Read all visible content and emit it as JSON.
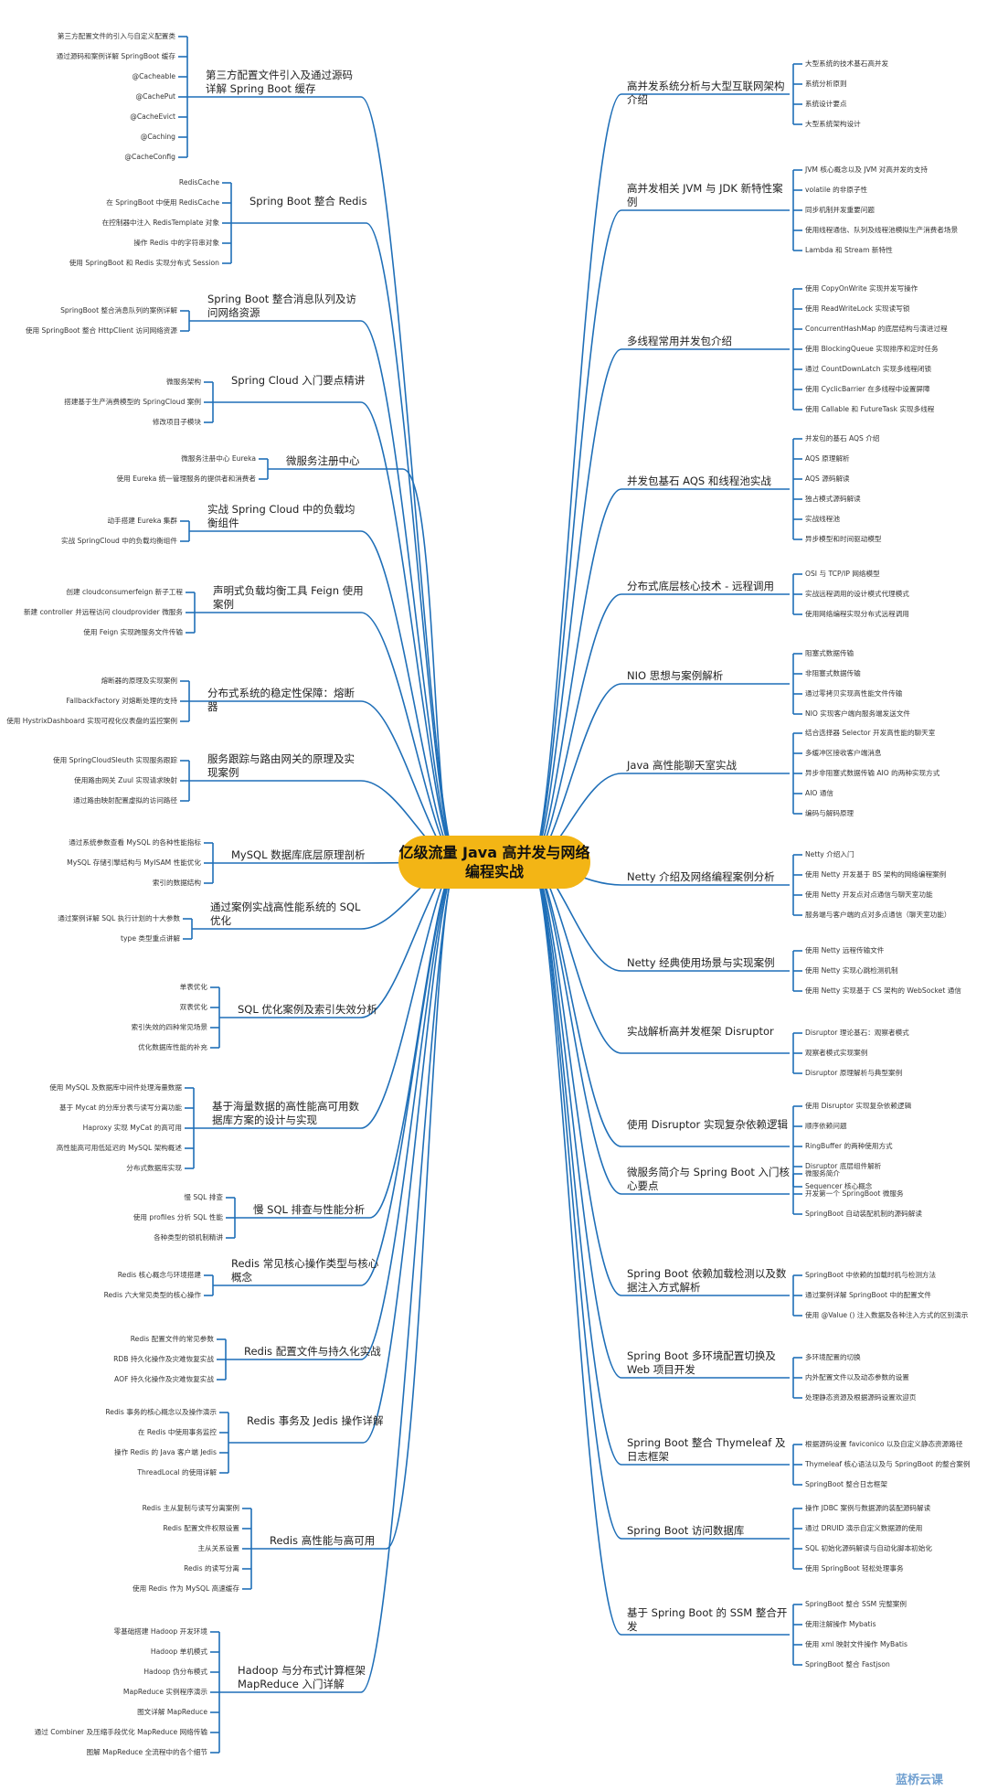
{
  "center_title": "亿级流量 Java 高并发与网络编程实战",
  "watermark": "蓝桥云课",
  "colors": {
    "line": "#1f6fb8",
    "center": "#f3b515"
  },
  "left": [
    {
      "title": "第三方配置文件引入及通过源码详解 Spring Boot 缓存",
      "items": [
        "第三方配置文件的引入与自定义配置类",
        "通过源码和案例详解 SpringBoot 缓存",
        "@Cacheable",
        "@CachePut",
        "@CacheEvict",
        "@Caching",
        "@CacheConfig"
      ]
    },
    {
      "title": "Spring Boot 整合 Redis",
      "items": [
        "RedisCache",
        "在 SpringBoot 中使用 RedisCache",
        "在控制器中注入 RedisTemplate 对象",
        "操作 Redis 中的字符串对象",
        "使用 SpringBoot 和 Redis 实现分布式 Session"
      ]
    },
    {
      "title": "Spring Boot 整合消息队列及访问网络资源",
      "items": [
        "SpringBoot 整合消息队列的案例详解",
        "使用 SpringBoot 整合 HttpClient 访问网络资源"
      ]
    },
    {
      "title": "Spring Cloud 入门要点精讲",
      "items": [
        "微服务架构",
        "搭建基于生产消费模型的 SpringCloud 案例",
        "修改项目子模块"
      ]
    },
    {
      "title": "微服务注册中心",
      "items": [
        "微服务注册中心 Eureka",
        "使用 Eureka 统一管理服务的提供者和消费者"
      ]
    },
    {
      "title": "实战 Spring Cloud 中的负载均衡组件",
      "items": [
        "动手搭建 Eureka 集群",
        "实战 SpringCloud 中的负载均衡组件"
      ]
    },
    {
      "title": "声明式负载均衡工具 Feign 使用案例",
      "items": [
        "创建 cloudconsumerfeign 新子工程",
        "新建 controller 并远程访问 cloudprovider 微服务",
        "使用 Feign 实现跨服务文件传输"
      ]
    },
    {
      "title": "分布式系统的稳定性保障：熔断器",
      "items": [
        "熔断器的原理及实现案例",
        "FallbackFactory 对熔断处理的支持",
        "使用 HystrixDashboard 实现可视化仪表盘的监控案例"
      ]
    },
    {
      "title": "服务跟踪与路由网关的原理及实现案例",
      "items": [
        "使用 SpringCloudSleuth 实现服务跟踪",
        "使用路由网关 Zuul 实现请求映射",
        "通过路由映射配置虚拟的访问路径"
      ]
    },
    {
      "title": "MySQL 数据库底层原理剖析",
      "items": [
        "通过系统参数查看 MySQL 的各种性能指标",
        "MySQL 存储引擎结构与 MyISAM 性能优化",
        "索引的数据结构"
      ]
    },
    {
      "title": "通过案例实战高性能系统的 SQL 优化",
      "items": [
        "通过案例详解 SQL 执行计划的十大参数",
        "type 类型重点讲解"
      ]
    },
    {
      "title": "SQL 优化案例及索引失效分析",
      "items": [
        "单表优化",
        "双表优化",
        "索引失效的四种常见场景",
        "优化数据库性能的补充"
      ]
    },
    {
      "title": "基于海量数据的高性能高可用数据库方案的设计与实现",
      "items": [
        "使用 MySQL 及数据库中间件处理海量数据",
        "基于 Mycat 的分库分表与读写分离功能",
        "Haproxy 实现 MyCat 的高可用",
        "高性能高可用低延迟的 MySQL 架构概述",
        "分布式数据库实现"
      ]
    },
    {
      "title": "慢 SQL 排查与性能分析",
      "items": [
        "慢 SQL 排查",
        "使用 profiles 分析 SQL 性能",
        "各种类型的锁机制精讲"
      ]
    },
    {
      "title": "Redis 常见核心操作类型与核心概念",
      "items": [
        "Redis 核心概念与环境搭建",
        "Redis 六大常见类型的核心操作"
      ]
    },
    {
      "title": "Redis 配置文件与持久化实战",
      "items": [
        "Redis 配置文件的常见参数",
        "RDB 持久化操作及灾难恢复实战",
        "AOF 持久化操作及灾难恢复实战"
      ]
    },
    {
      "title": "Redis 事务及 Jedis 操作详解",
      "items": [
        "Redis 事务的核心概念以及操作演示",
        "在 Redis 中使用事务监控",
        "操作 Redis 的 Java 客户端 Jedis",
        "ThreadLocal 的使用详解"
      ]
    },
    {
      "title": "Redis 高性能与高可用",
      "items": [
        "Redis 主从复制与读写分离案例",
        "Redis 配置文件权限设置",
        "主从关系设置",
        "Redis 的读写分离",
        "使用 Redis 作为 MySQL 高速缓存"
      ]
    },
    {
      "title": "Hadoop 与分布式计算框架 MapReduce 入门详解",
      "items": [
        "零基础搭建 Hadoop 开发环境",
        "Hadoop 单机模式",
        "Hadoop 伪分布模式",
        "MapReduce 实例程序演示",
        "图文详解 MapReduce",
        "通过 Combiner 及压缩手段优化 MapReduce 网络传输",
        "图解 MapReduce 全流程中的各个细节"
      ]
    }
  ],
  "right": [
    {
      "title": "高并发系统分析与大型互联网架构介绍",
      "items": [
        "大型系统的技术基石高并发",
        "系统分析原则",
        "系统设计要点",
        "大型系统架构设计"
      ]
    },
    {
      "title": "高并发相关 JVM 与 JDK 新特性案例",
      "items": [
        "JVM 核心概念以及 JVM 对高并发的支持",
        "volatile 的非原子性",
        "同步机制并发重要问题",
        "使用线程通信、队列及线程池模拟生产消费者场景",
        "Lambda 和 Stream 新特性"
      ]
    },
    {
      "title": "多线程常用并发包介绍",
      "items": [
        "使用 CopyOnWrite 实现并发写操作",
        "使用 ReadWriteLock 实现读写锁",
        "ConcurrentHashMap 的底层结构与演进过程",
        "使用 BlockingQueue 实现排序和定时任务",
        "通过 CountDownLatch 实现多线程闭锁",
        "使用 CyclicBarrier 在多线程中设置屏障",
        "使用 Callable 和 FutureTask 实现多线程"
      ]
    },
    {
      "title": "并发包基石 AQS 和线程池实战",
      "items": [
        "并发包的基石 AQS 介绍",
        "AQS 原理解析",
        "AQS 源码解读",
        "独占模式源码解读",
        "实战线程池",
        "异步模型和时间驱动模型"
      ]
    },
    {
      "title": "分布式底层核心技术 - 远程调用",
      "items": [
        "OSI 与 TCP/IP 网络模型",
        "实战远程调用的设计模式代理模式",
        "使用网络编程实现分布式远程调用"
      ]
    },
    {
      "title": "NIO 思想与案例解析",
      "items": [
        "阻塞式数据传输",
        "非阻塞式数据传输",
        "通过零拷贝实现高性能文件传输",
        "NIO 实现客户端向服务端发送文件"
      ]
    },
    {
      "title": "Java 高性能聊天室实战",
      "items": [
        "结合选择器 Selector 开发高性能的聊天室",
        "多缓冲区接收客户端消息",
        "异步非阻塞式数据传输 AIO 的两种实现方式",
        "AIO 通信",
        "编码与解码原理"
      ]
    },
    {
      "title": "Netty 介绍及网络编程案例分析",
      "items": [
        "Netty 介绍入门",
        "使用 Netty 开发基于 BS 架构的网络编程案例",
        "使用 Netty 开发点对点通信与聊天室功能",
        "服务端与客户端的点对多点通信（聊天室功能）"
      ]
    },
    {
      "title": "Netty 经典使用场景与实现案例",
      "items": [
        "使用 Netty 远程传输文件",
        "使用 Netty 实现心跳检测机制",
        "使用 Netty 实现基于 CS 架构的 WebSocket 通信"
      ]
    },
    {
      "title": "实战解析高并发框架 Disruptor",
      "items": [
        "Disruptor 理论基石：观察者模式",
        "观察者模式实现案例",
        "Disruptor 原理解析与典型案例"
      ]
    },
    {
      "title": "使用 Disruptor 实现复杂依赖逻辑",
      "items": [
        "使用 Disruptor 实现复杂依赖逻辑",
        "顺序依赖问题",
        "RingBuffer 的两种使用方式",
        "Disruptor 底层组件解析",
        "Sequencer 核心概念"
      ]
    },
    {
      "title": "微服务简介与 Spring Boot 入门核心要点",
      "items": [
        "微服务简介",
        "开发第一个 SpringBoot 微服务",
        "SpringBoot 自动装配机制的源码解读"
      ]
    },
    {
      "title": "Spring Boot 依赖加载检测以及数据注入方式解析",
      "items": [
        "SpringBoot 中依赖的加载时机与检测方法",
        "通过案例详解 SpringBoot 中的配置文件",
        "使用 @Value () 注入数据及各种注入方式的区别演示"
      ]
    },
    {
      "title": "Spring Boot 多环境配置切换及 Web 项目开发",
      "items": [
        "多环境配置的切换",
        "内外配置文件以及动态参数的设置",
        "处理静态资源及根据源码设置欢迎页"
      ]
    },
    {
      "title": "Spring Boot 整合 Thymeleaf 及日志框架",
      "items": [
        "根据源码设置 faviconico 以及自定义静态资源路径",
        "Thymeleaf 核心语法以及与 SpringBoot 的整合案例",
        "SpringBoot 整合日志框架"
      ]
    },
    {
      "title": "Spring Boot 访问数据库",
      "items": [
        "操作 JDBC 案例与数据源的装配源码解读",
        "通过 DRUID 演示自定义数据源的使用",
        "SQL 初始化源码解读与自动化脚本初始化",
        "使用 SpringBoot 轻松处理事务"
      ]
    },
    {
      "title": "基于 Spring Boot 的 SSM 整合开发",
      "items": [
        "SpringBoot 整合 SSM 完整案例",
        "使用注解操作 Mybatis",
        "使用 xml 映射文件操作 MyBatis",
        "SpringBoot 整合 Fastjson"
      ]
    }
  ]
}
